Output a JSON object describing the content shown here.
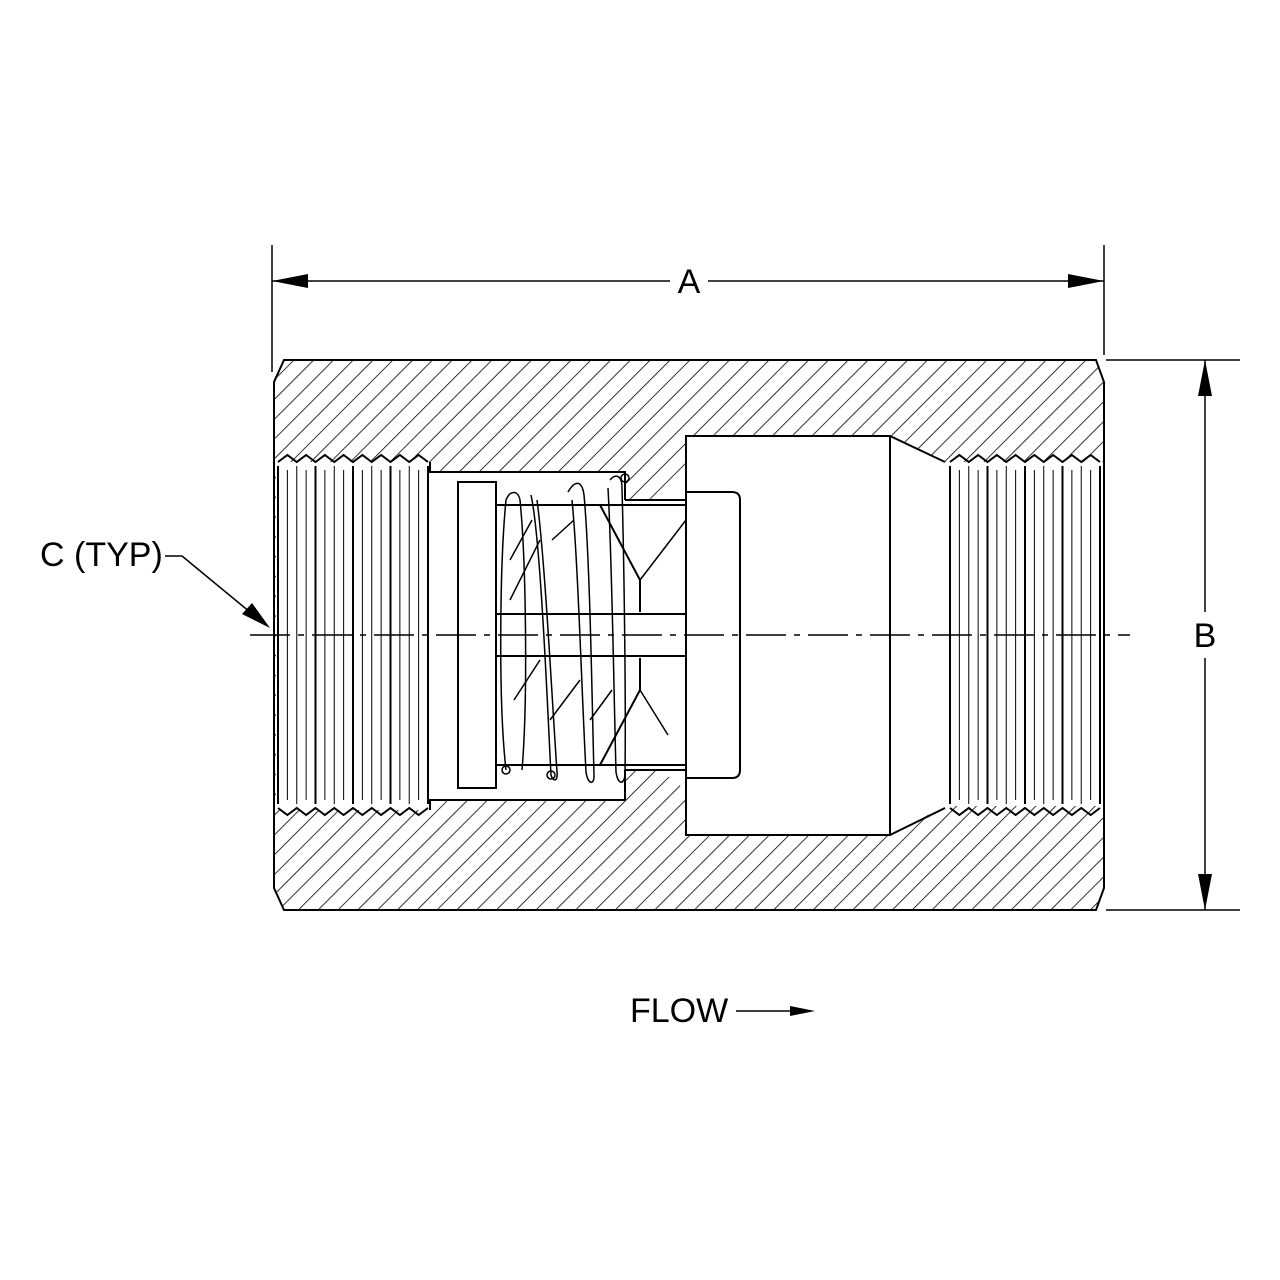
{
  "labels": {
    "dim_a": "A",
    "dim_b": "B",
    "callout_c": "C (TYP)",
    "flow": "FLOW"
  },
  "colors": {
    "line": "#000000",
    "background": "#ffffff"
  },
  "icons": {
    "flow_arrow": "arrow-right-icon"
  }
}
